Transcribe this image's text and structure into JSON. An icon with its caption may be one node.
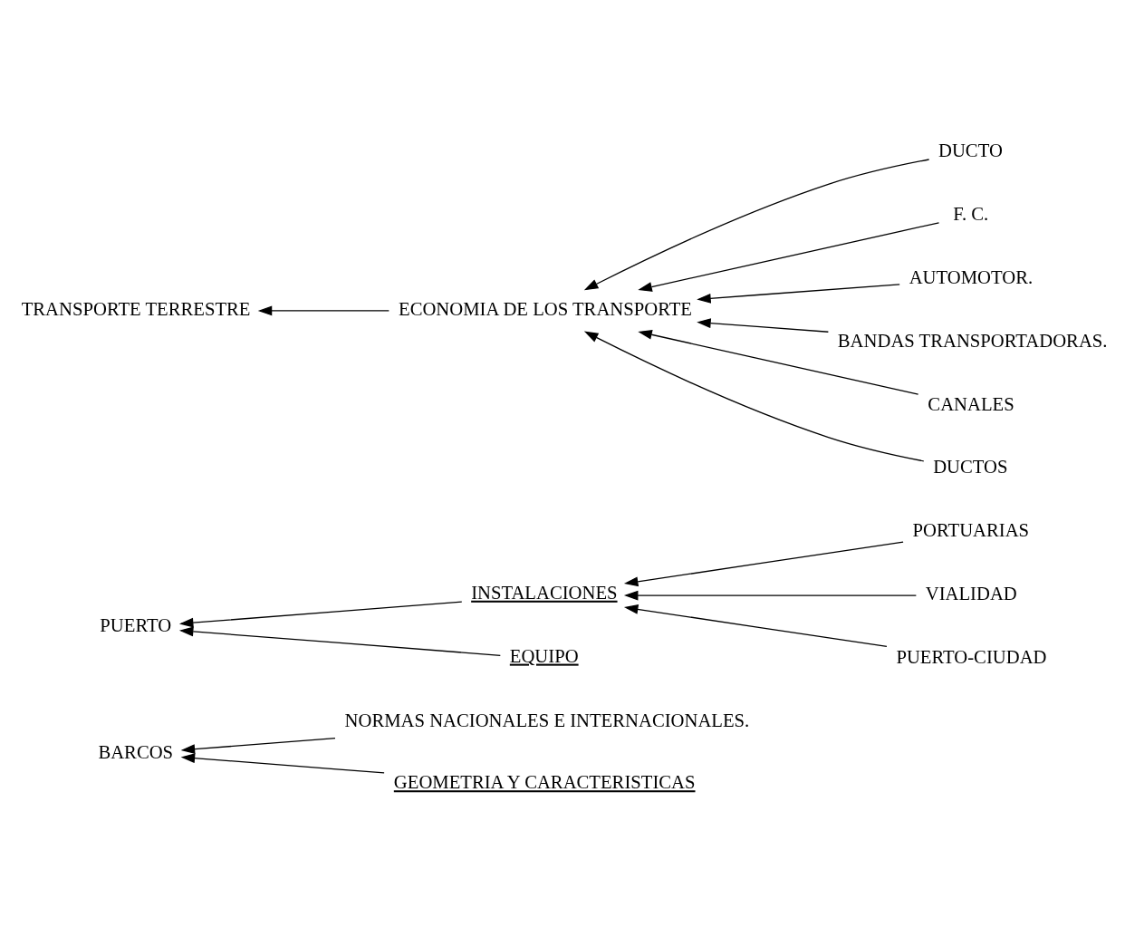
{
  "diagram": {
    "nodes": [
      {
        "text": [
          "BARCOS"
        ]
      },
      {
        "text": [
          "NORMAS NACIONALES E INTERNACIONALES."
        ]
      },
      {
        "text": [
          "GEOMETRIA Y CARACTERISTICAS"
        ]
      },
      {
        "text": [
          "PUERTO"
        ]
      },
      {
        "text": [
          "INSTALACIONES"
        ]
      },
      {
        "text": [
          "PORTUARIAS"
        ]
      },
      {
        "text": [
          "VIALIDAD"
        ]
      },
      {
        "text": [
          "PUERTO-CIUDAD"
        ]
      },
      {
        "text": [
          "EQUIPO"
        ]
      },
      {
        "text": [
          "TRANSPORTE TERRESTRE"
        ]
      },
      {
        "text": [
          "ECONOMIA DE LOS TRANSPORTE"
        ]
      },
      {
        "text": [
          "DUCTO"
        ]
      },
      {
        "text": [
          "F. C."
        ]
      },
      {
        "text": [
          "AUTOMOTOR."
        ]
      },
      {
        "text": [
          "BANDAS TRANSPORTADORAS."
        ]
      },
      {
        "text": [
          "CANALES"
        ]
      },
      {
        "text": [
          "DUCTOS"
        ]
      }
    ],
    "edges": [
      {
        "from": 1,
        "to": 0,
        "arrow": "to"
      },
      {
        "from": 2,
        "to": 0,
        "arrow": "to"
      },
      {
        "from": 4,
        "to": 3,
        "arrow": "to"
      },
      {
        "from": 8,
        "to": 3,
        "arrow": "to"
      },
      {
        "from": 5,
        "to": 4,
        "arrow": "to"
      },
      {
        "from": 6,
        "to": 4,
        "arrow": "to"
      },
      {
        "from": 7,
        "to": 4,
        "arrow": "to"
      },
      {
        "from": 10,
        "to": 9,
        "arrow": "to"
      },
      {
        "from": 11,
        "to": 10,
        "arrow": "to"
      },
      {
        "from": 12,
        "to": 10,
        "arrow": "to"
      },
      {
        "from": 13,
        "to": 10,
        "arrow": "to"
      },
      {
        "from": 14,
        "to": 10,
        "arrow": "to"
      },
      {
        "from": 15,
        "to": 10,
        "arrow": "to"
      },
      {
        "from": 16,
        "to": 10,
        "arrow": "to"
      }
    ]
  }
}
